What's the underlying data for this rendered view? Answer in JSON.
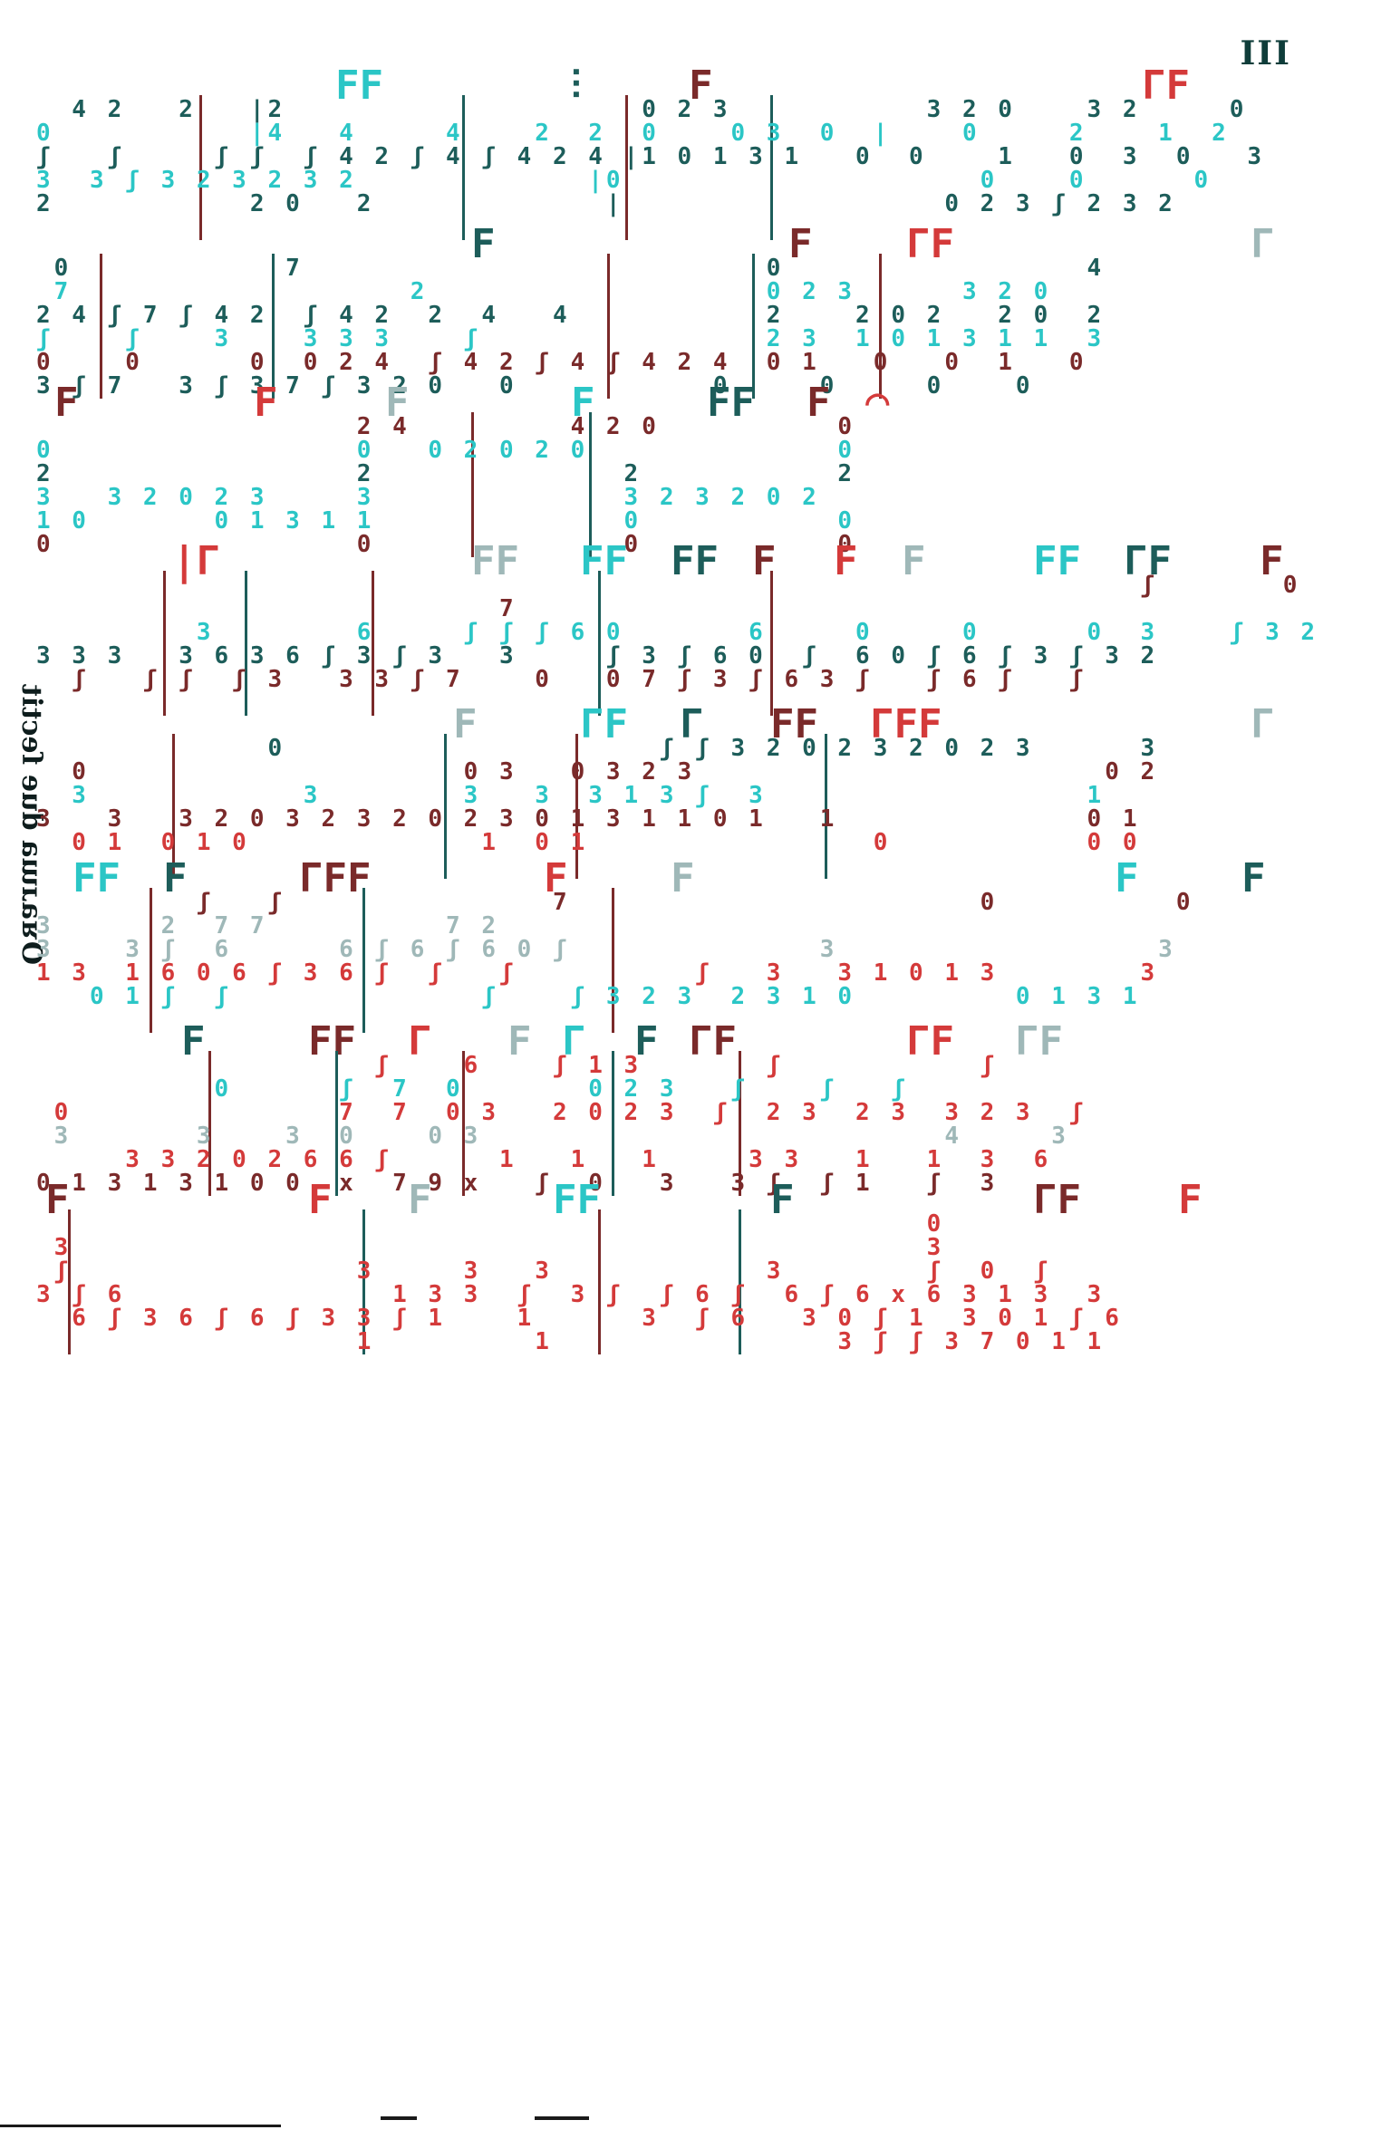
{
  "page": {
    "number": "III",
    "side_caption": "Oᴚaɹɯa due ſectit"
  },
  "colors": {
    "teal": "#2bc6c6",
    "dark_teal": "#1d5d5a",
    "maroon": "#7a2a2a",
    "red": "#d43a3a",
    "grey": "#9fb8b8"
  },
  "systems": [
    {
      "rhythm": [
        "FF",
        "⫶",
        "F",
        "ΓF"
      ],
      "courses": [
        "  4 2   2   |2                    0 2 3           3 2 0    3 2     0",
        "0           |4   4     4    2  2  0    0 3  0  |    0     2    1  2",
        "ʃ   ʃ     ʃ ʃ  ʃ 4 2 ʃ 4 ʃ 4 2 4 |1 0 1 3 1   0  0    1   0  3  0   3",
        "3  3 ʃ 3 2 3 2 3 2             |0                    0    0      0",
        "2           2 0   2             |                  0 2 3 ʃ 2 3 2"
      ],
      "colors": [
        "dark_teal",
        "teal",
        "dark_teal",
        "teal",
        "dark_teal"
      ]
    },
    {
      "rhythm": [
        "F",
        "F",
        "ΓF",
        "Γ"
      ],
      "courses": [
        " 0            7                          0                 4",
        " 7                   2                   0 2 3      3 2 0",
        "2 4 ʃ 7 ʃ 4 2  ʃ 4 2  2  4   4           2    2 0 2   2 0  2",
        "ʃ    ʃ    3    3 3 3    ʃ                2 3  1 0 1 3 1 1  3",
        "0    0      0  0 2 4  ʃ 4 2 ʃ 4 ʃ 4 2 4  0 1   0   0  1   0",
        "3 ʃ 7   3 ʃ 3 7 ʃ 3 2 0   0           0     0     0    0"
      ],
      "colors": [
        "dark_teal",
        "teal",
        "dark_teal",
        "teal",
        "maroon",
        "dark_teal"
      ]
    },
    {
      "rhythm": [
        "F",
        "F",
        "F",
        "F",
        "FF",
        "F",
        "◠"
      ],
      "courses": [
        "                  2 4         4 2 0          0",
        "0                 0   0 2 0 2 0              0",
        "2                 2              2           2",
        "3   3 2 0 2 3     3              3 2 3 2 0 2",
        "1 0       0 1 3 1 1              0           0",
        "0                 0              0           0"
      ],
      "colors": [
        "maroon",
        "teal",
        "dark_teal",
        "teal",
        "teal",
        "maroon"
      ]
    },
    {
      "rhythm": [
        "|Γ",
        "FF",
        "FF",
        "FF",
        "F",
        "F",
        "F",
        "FF",
        "ΓF",
        "F"
      ],
      "courses": [
        "                                                              ʃ       0",
        "                          7                                           ",
        "         3        6     ʃ ʃ ʃ 6 0       6     0     0      0  3    ʃ 3 2",
        "3 3 3   3 6 3 6 ʃ 3 ʃ 3   3     ʃ 3 ʃ 6 0  ʃ  6 0 ʃ 6 ʃ 3 ʃ 3 2",
        "  ʃ   ʃ ʃ  ʃ 3   3 3 ʃ 7    0   0 7 ʃ 3 ʃ 6 3 ʃ   ʃ 6 ʃ   ʃ"
      ],
      "colors": [
        "maroon",
        "maroon",
        "teal",
        "dark_teal",
        "maroon"
      ]
    },
    {
      "rhythm": [
        "F",
        "ΓF",
        "Γ",
        "FF",
        "ΓFF",
        "Γ"
      ],
      "courses": [
        "             0                     ʃ ʃ 3 2 0 2 3 2 0 2 3      3",
        "  0                     0 3   0 3 2 3                       0 2",
        "  3            3        3   3  3 1 3 ʃ  3                  1",
        "3   3   3 2 0 3 2 3 2 0 2 3 0 1 3 1 1 0 1   1              0 1",
        "  0 1  0 1 0             1  0 1                0           0 0"
      ],
      "colors": [
        "dark_teal",
        "maroon",
        "teal",
        "maroon",
        "red"
      ]
    },
    {
      "rhythm": [
        "FF",
        "F",
        "ΓFF",
        "F",
        "F",
        "F",
        "F"
      ],
      "courses": [
        "         ʃ   ʃ               7                       0          0",
        "3      2  7 7          7 2                                      ",
        "3    3 ʃ  6      6 ʃ 6 ʃ 6 0 ʃ              3                  3",
        "1 3  1 6 0 6 ʃ 3 6 ʃ  ʃ   ʃ          ʃ   3   3 1 0 1 3        3",
        "   0 1 ʃ  ʃ              ʃ    ʃ 3 2 3  2 3 1 0         0 1 3 1"
      ],
      "colors": [
        "maroon",
        "grey",
        "grey",
        "red",
        "teal"
      ]
    },
    {
      "rhythm": [
        "F",
        "FF",
        "Γ",
        "F",
        "Γ",
        "F",
        "ΓF",
        "ΓF",
        "ΓF"
      ],
      "courses": [
        "                   ʃ    6    ʃ 1 3       ʃ           ʃ",
        "          0      ʃ  7  0       0 2 3   ʃ    ʃ   ʃ",
        " 0               7  7  0 3   2 0 2 3  ʃ  2 3  2 3  3 2 3  ʃ",
        " 3       3    3  0    0 3                          4     3",
        "     3 3 2 0 2 6 6 ʃ      1   1   1     3 3   1   1  3  6",
        "0 1 3 1 3 1 0 0  x  7 9 x   ʃ  0   3   3 ʃ  ʃ 1   ʃ  3"
      ],
      "colors": [
        "red",
        "teal",
        "red",
        "grey",
        "red",
        "maroon"
      ]
    },
    {
      "rhythm": [
        "F",
        "F",
        "F",
        "FF",
        "F",
        "ΓF",
        "F"
      ],
      "courses": [
        "                                                  0",
        " 3                                                3",
        " ʃ                3     3   3            3        ʃ  0  ʃ",
        "3 ʃ 6               1 3 3  ʃ  3 ʃ  ʃ 6 ʃ  6 ʃ 6 x 6 3 1 3  3",
        "  6 ʃ 3 6 ʃ 6 ʃ 3 3 ʃ 1    1      3  ʃ 6   3 0 ʃ 1  3 0 1 ʃ 6",
        "                  1         1                3 ʃ ʃ 3 7 0 1 1"
      ],
      "colors": [
        "red",
        "red",
        "red",
        "red",
        "red",
        "red"
      ]
    }
  ]
}
